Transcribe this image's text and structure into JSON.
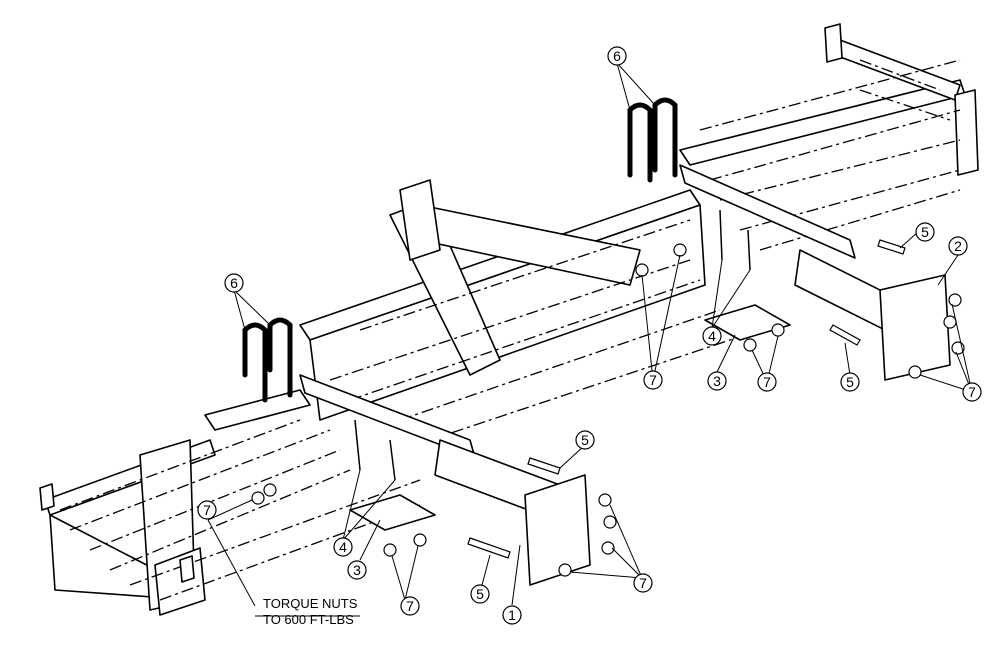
{
  "diagram": {
    "callouts": [
      {
        "id": "c1",
        "label": "1"
      },
      {
        "id": "c2",
        "label": "2"
      },
      {
        "id": "c3a",
        "label": "3"
      },
      {
        "id": "c3b",
        "label": "3"
      },
      {
        "id": "c4a",
        "label": "4"
      },
      {
        "id": "c4b",
        "label": "4"
      },
      {
        "id": "c5a",
        "label": "5"
      },
      {
        "id": "c5b",
        "label": "5"
      },
      {
        "id": "c5c",
        "label": "5"
      },
      {
        "id": "c5d",
        "label": "5"
      },
      {
        "id": "c6a",
        "label": "6"
      },
      {
        "id": "c6b",
        "label": "6"
      },
      {
        "id": "c7a",
        "label": "7"
      },
      {
        "id": "c7b",
        "label": "7"
      },
      {
        "id": "c7c",
        "label": "7"
      },
      {
        "id": "c7d",
        "label": "7"
      },
      {
        "id": "c7e",
        "label": "7"
      },
      {
        "id": "c7f",
        "label": "7"
      }
    ],
    "note": {
      "line1": "TORQUE NUTS",
      "line2": "TO 600 FT-LBS"
    }
  }
}
